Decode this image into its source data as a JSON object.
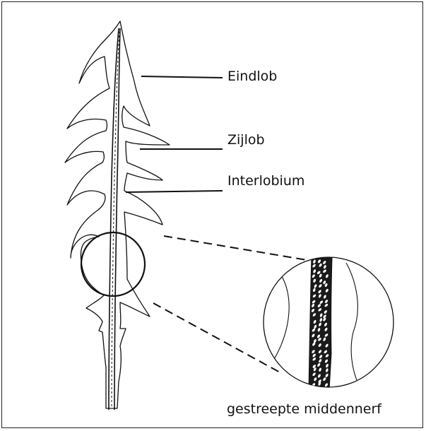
{
  "labels": {
    "terminal_lobe": "Eindlob",
    "side_lobe": "Zijlob",
    "interlobe": "Interlobium",
    "caption": "gestreepte middennerf"
  },
  "colors": {
    "ink": "#111111",
    "background": "#ffffff"
  }
}
